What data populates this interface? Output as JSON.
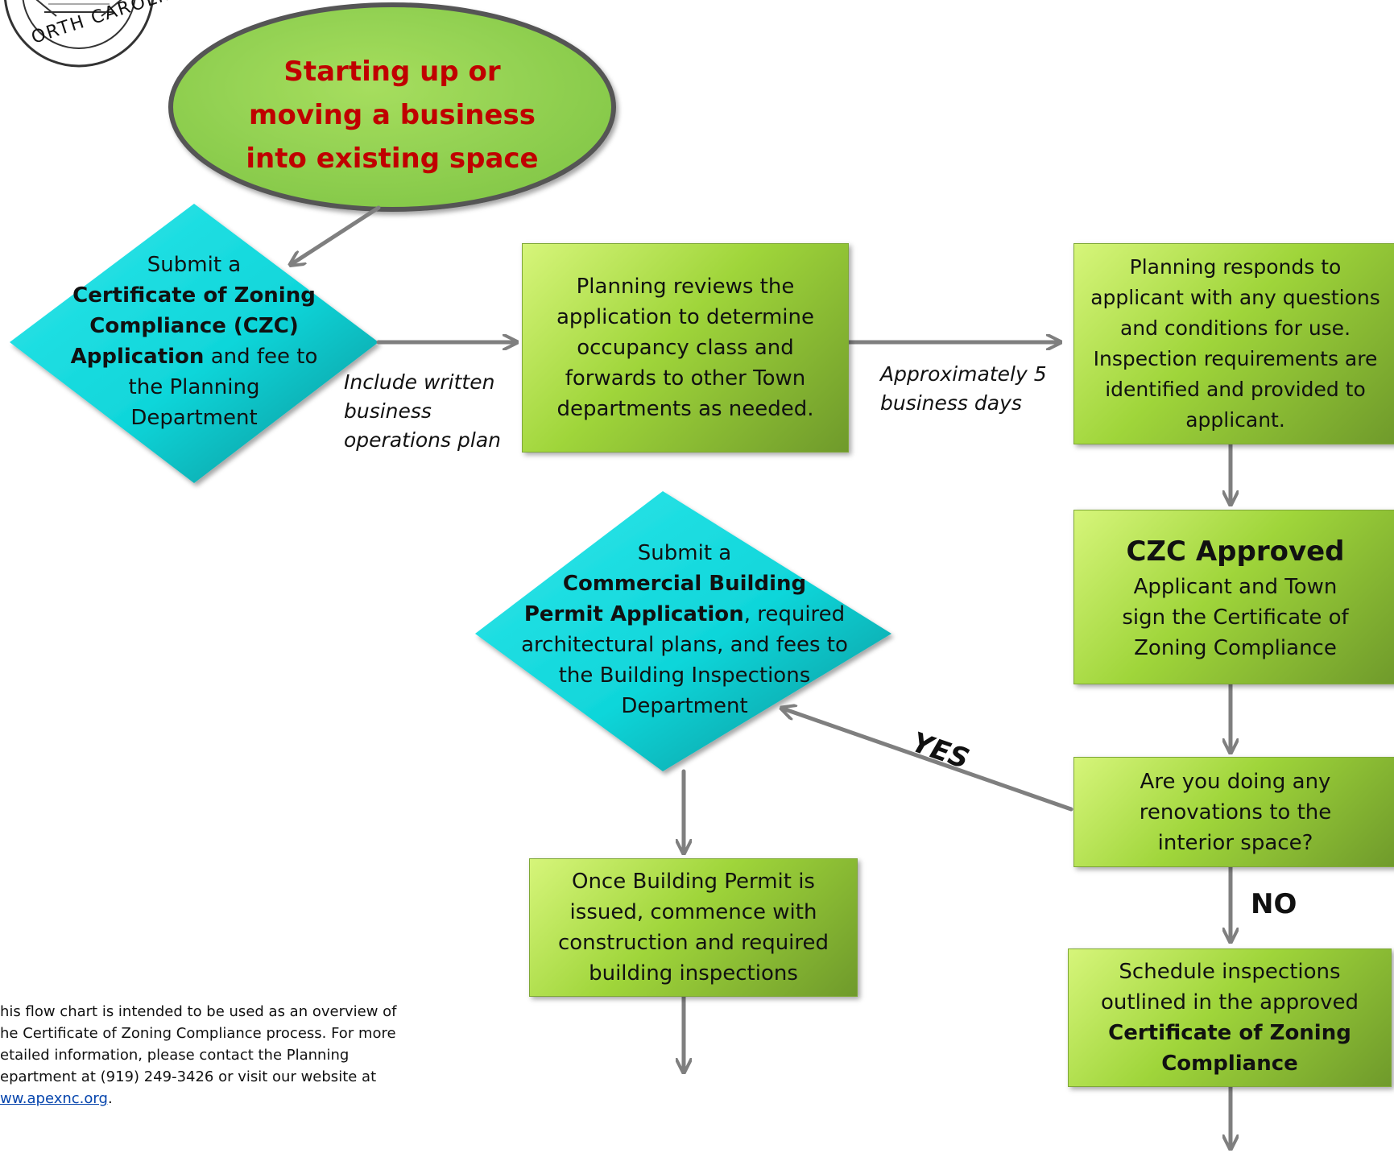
{
  "start": {
    "title_lines": [
      "Starting up or",
      "moving a business",
      "into existing space"
    ]
  },
  "seal": {
    "text": "ORTH CAROLIN"
  },
  "czc_diamond": {
    "line1": "Submit a",
    "bold1": "Certificate of Zoning",
    "bold2": "Compliance (CZC)",
    "bold3": "Application",
    "rest3": " and fee to",
    "line5": "the Planning",
    "line6": "Department"
  },
  "include_note": [
    "Include written",
    "business",
    "operations plan"
  ],
  "planning_review": {
    "lines": [
      "Planning reviews the",
      "application to determine",
      "occupancy class and",
      "forwards to other Town",
      "departments as needed."
    ]
  },
  "approx_note": [
    "Approximately 5",
    "business days"
  ],
  "planning_response": {
    "lines": [
      "Planning responds to",
      "applicant with any questions",
      "and conditions for use.",
      "Inspection requirements are",
      "identified and provided to",
      "applicant."
    ]
  },
  "czc_approved": {
    "title": "CZC Approved",
    "lines": [
      "Applicant and Town",
      "sign the Certificate of",
      "Zoning Compliance"
    ]
  },
  "renovation_question": {
    "lines": [
      "Are you doing any",
      "renovations to the",
      "interior space?"
    ]
  },
  "building_diamond": {
    "line1": "Submit a",
    "bold1": "Commercial Building",
    "bold2": "Permit Application",
    "rest2": ", required",
    "line4": "architectural plans, and fees to",
    "line5": "the Building Inspections",
    "line6": "Department"
  },
  "yes_label": "YES",
  "no_label": "NO",
  "building_permit": {
    "lines": [
      "Once Building Permit is",
      "issued, commence with",
      "construction and required",
      "building inspections"
    ]
  },
  "schedule_inspections": {
    "line1": "Schedule inspections",
    "line2": "outlined in the approved",
    "bold1": "Certificate of Zoning",
    "bold2": "Compliance"
  },
  "footer": {
    "lines": [
      "his flow chart is intended to be used as an overview of",
      "he Certificate of Zoning Compliance process.  For more",
      "etailed information, please contact the Planning",
      "epartment at (919) 249-3426 or visit our website at"
    ],
    "link": "ww.apexnc.org",
    "link_suffix": "."
  },
  "colors": {
    "start_fill": "#8fd14f",
    "start_text": "#c00000",
    "diamond_fill": "#19d3d8",
    "box_fill": "#9fd53a",
    "arrow": "#7f7f7f"
  }
}
